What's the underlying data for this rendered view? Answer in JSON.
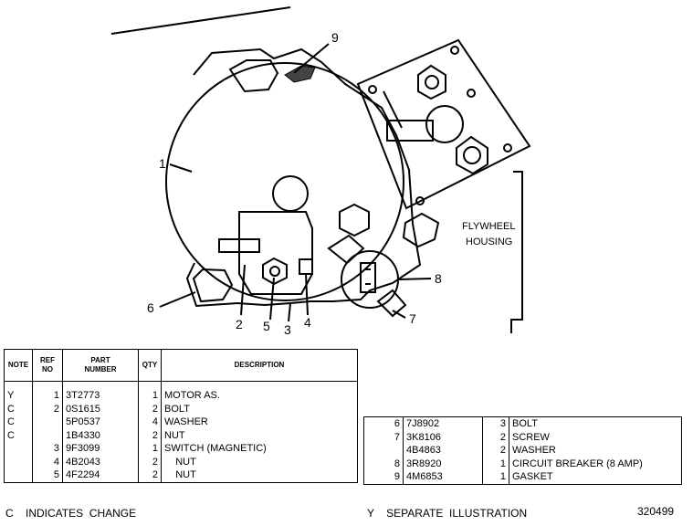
{
  "diagram": {
    "callouts": [
      "1",
      "2",
      "3",
      "4",
      "5",
      "6",
      "7",
      "8",
      "9"
    ],
    "flywheel_label": [
      "FLYWHEEL",
      "HOUSING"
    ]
  },
  "left_table": {
    "headers": {
      "note": "NOTE",
      "ref": [
        "REF",
        "NO"
      ],
      "part": [
        "PART",
        "NUMBER"
      ],
      "qty": "QTY",
      "desc": "DESCRIPTION"
    },
    "rows": [
      {
        "note": "Y",
        "ref": "1",
        "part": "3T2773",
        "qty": "1",
        "desc": "MOTOR  AS."
      },
      {
        "note": "C",
        "ref": "2",
        "part": "0S1615",
        "qty": "2",
        "desc": "BOLT"
      },
      {
        "note": "C",
        "ref": "",
        "part": "5P0537",
        "qty": "4",
        "desc": "WASHER"
      },
      {
        "note": "C",
        "ref": "",
        "part": "1B4330",
        "qty": "2",
        "desc": "NUT"
      },
      {
        "note": "",
        "ref": "3",
        "part": "9F3099",
        "qty": "1",
        "desc": "SWITCH  (MAGNETIC)"
      },
      {
        "note": "",
        "ref": "4",
        "part": "4B2043",
        "qty": "2",
        "desc": "    NUT"
      },
      {
        "note": "",
        "ref": "5",
        "part": "4F2294",
        "qty": "2",
        "desc": "    NUT"
      }
    ]
  },
  "right_table": {
    "rows": [
      {
        "ref": "6",
        "part": "7J8902",
        "qty": "3",
        "desc": "BOLT"
      },
      {
        "ref": "7",
        "part": "3K8106",
        "qty": "2",
        "desc": "SCREW"
      },
      {
        "ref": "",
        "part": "4B4863",
        "qty": "2",
        "desc": "WASHER"
      },
      {
        "ref": "8",
        "part": "3R8920",
        "qty": "1",
        "desc": "CIRCUIT  BREAKER  (8  AMP)"
      },
      {
        "ref": "9",
        "part": "4M6853",
        "qty": "1",
        "desc": "GASKET"
      }
    ]
  },
  "footer": {
    "left": "C    INDICATES  CHANGE",
    "middle": "Y    SEPARATE  ILLUSTRATION",
    "right": "320499"
  }
}
